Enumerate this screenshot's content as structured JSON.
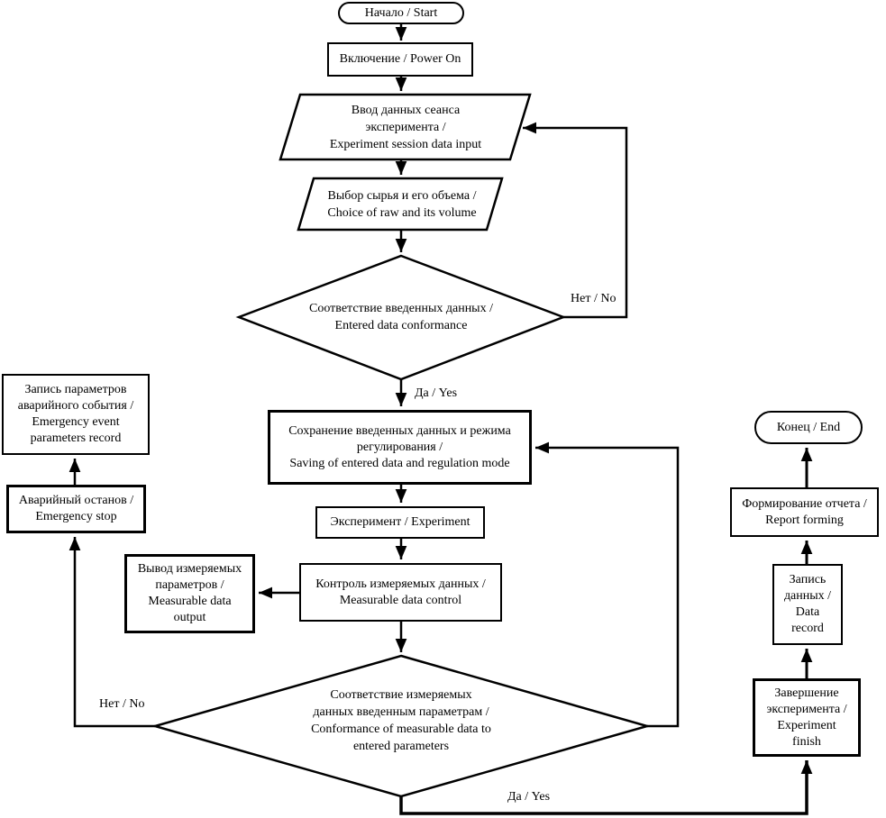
{
  "flowchart": {
    "nodes": {
      "start": "Начало / Start",
      "power_on": "Включение / Power On",
      "session_input": [
        "Ввод данных сеанса",
        "эксперимента /",
        "Experiment session data input"
      ],
      "raw_choice": [
        "Выбор сырья и его объема /",
        "Choice of raw and its volume"
      ],
      "entered_conformance": [
        "Соответствие введенных данных /",
        "Entered data conformance"
      ],
      "save_data": [
        "Сохранение введенных данных и режима",
        "регулирования /",
        "Saving of entered data and regulation mode"
      ],
      "experiment": "Эксперимент / Experiment",
      "data_control": [
        "Контроль измеряемых данных /",
        "Measurable data control"
      ],
      "data_output": [
        "Вывод измеряемых",
        "параметров /",
        "Measurable data",
        "output"
      ],
      "measured_conformance": [
        "Соответствие измеряемых",
        "данных введенным параметрам /",
        "Conformance of measurable data to",
        "entered parameters"
      ],
      "emergency_stop": [
        "Аварийный останов /",
        "Emergency stop"
      ],
      "emergency_record": [
        "Запись параметров",
        "аварийного события /",
        "Emergency event",
        "parameters record"
      ],
      "experiment_finish": [
        "Завершение",
        "эксперимента /",
        "Experiment",
        "finish"
      ],
      "data_record": [
        "Запись",
        "данных /",
        "Data",
        "record"
      ],
      "report_forming": [
        "Формирование отчета /",
        "Report forming"
      ],
      "end": "Конец / End"
    },
    "edge_labels": {
      "no_top": "Нет / No",
      "yes_top": "Да / Yes",
      "no_bottom": "Нет / No",
      "yes_bottom": "Да / Yes"
    },
    "colors": {
      "line": "#000000",
      "background": "#ffffff"
    }
  }
}
